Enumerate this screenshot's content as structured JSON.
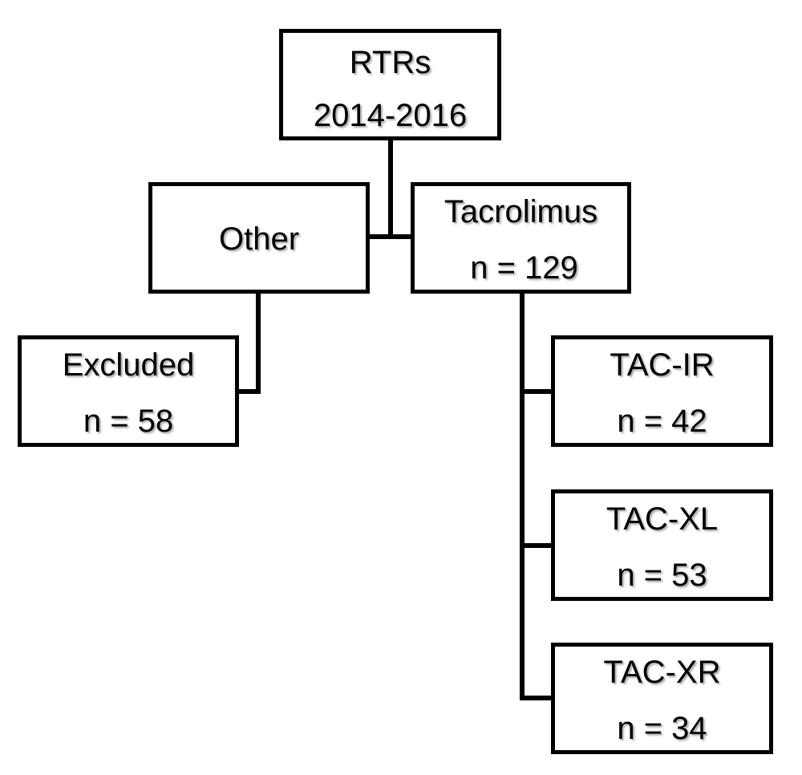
{
  "root": {
    "line1": "RTRs",
    "line2": "2014-2016"
  },
  "other": {
    "label": "Other"
  },
  "excluded": {
    "line1": "Excluded",
    "line2": "n = 58"
  },
  "tacrolimus": {
    "line1": "Tacrolimus",
    "line2": "n = 129"
  },
  "tac_ir": {
    "line1": "TAC-IR",
    "line2": "n = 42"
  },
  "tac_xl": {
    "line1": "TAC-XL",
    "line2": "n = 53"
  },
  "tac_xr": {
    "line1": "TAC-XR",
    "line2": "n = 34"
  }
}
